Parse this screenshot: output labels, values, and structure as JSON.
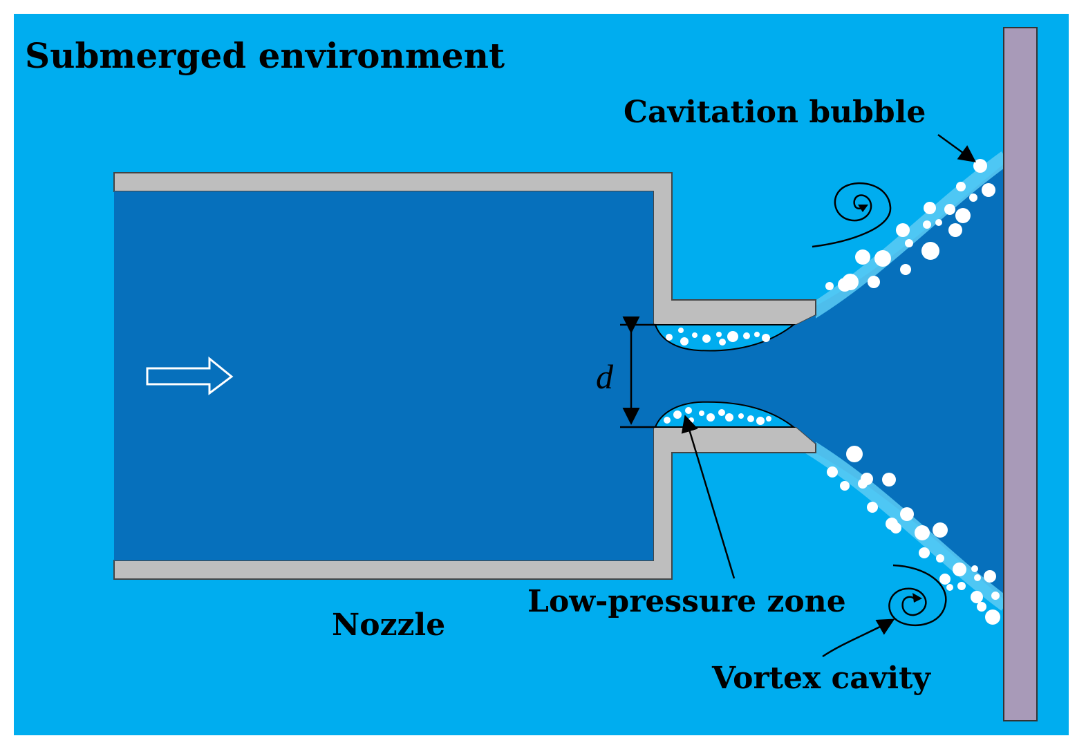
{
  "labels": {
    "environment": "Submerged environment",
    "cavitation_bubble": "Cavitation bubble",
    "nozzle": "Nozzle",
    "low_pressure_zone": "Low-pressure zone",
    "vortex_cavity": "Vortex cavity",
    "diameter": "d"
  },
  "colors": {
    "background": "#00ADEF",
    "fluid_dark": "#0670BC",
    "nozzle_wall": "#BEBEBE",
    "target_plate": "#A89AB8",
    "bubble": "#FFFFFF",
    "outline": "#000000"
  },
  "icons": {
    "flow_direction": "hollow-right-arrow-icon",
    "vortex_top": "spiral-icon",
    "vortex_bottom": "spiral-icon"
  }
}
